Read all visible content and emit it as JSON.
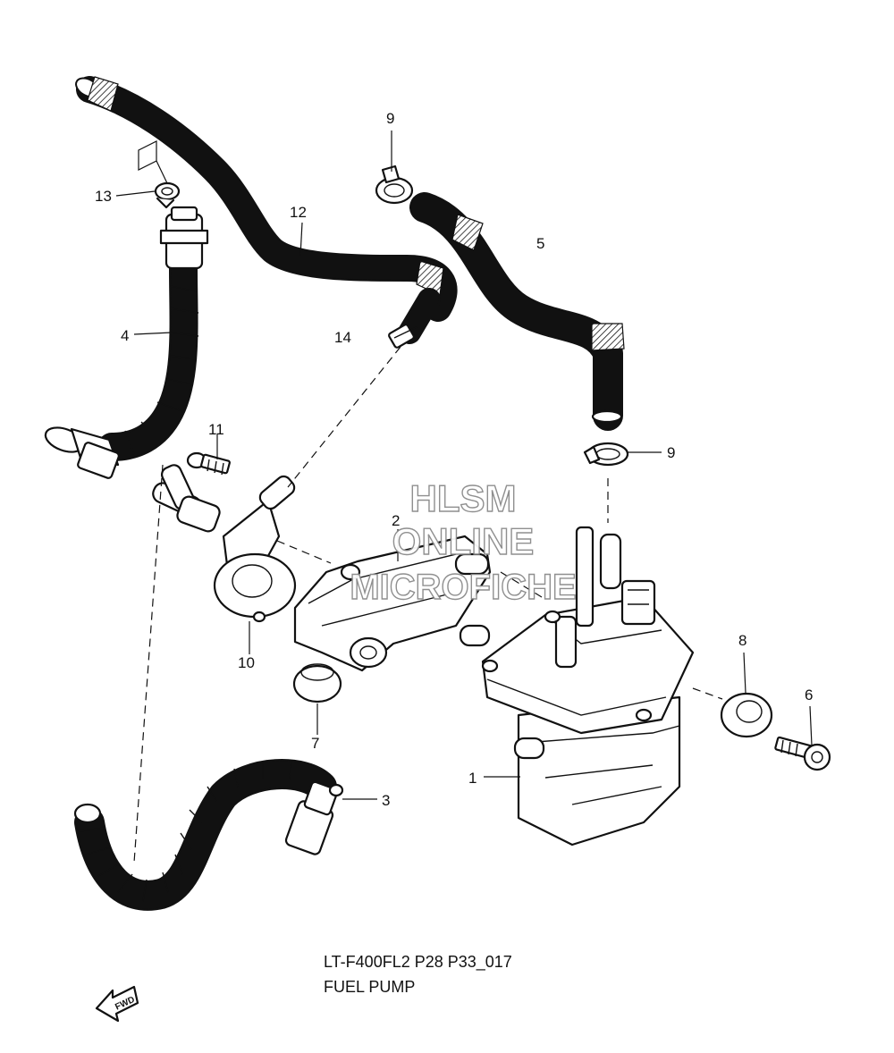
{
  "diagram": {
    "code": "LT-F400FL2 P28 P33_017",
    "title": "FUEL PUMP",
    "watermark": [
      "HLSM",
      "ONLINE",
      "MICROFICHE"
    ],
    "arrow_label": "FWD",
    "callouts": [
      "1",
      "2",
      "3",
      "4",
      "5",
      "6",
      "7",
      "8",
      "9",
      "9",
      "10",
      "11",
      "12",
      "13",
      "14"
    ]
  }
}
